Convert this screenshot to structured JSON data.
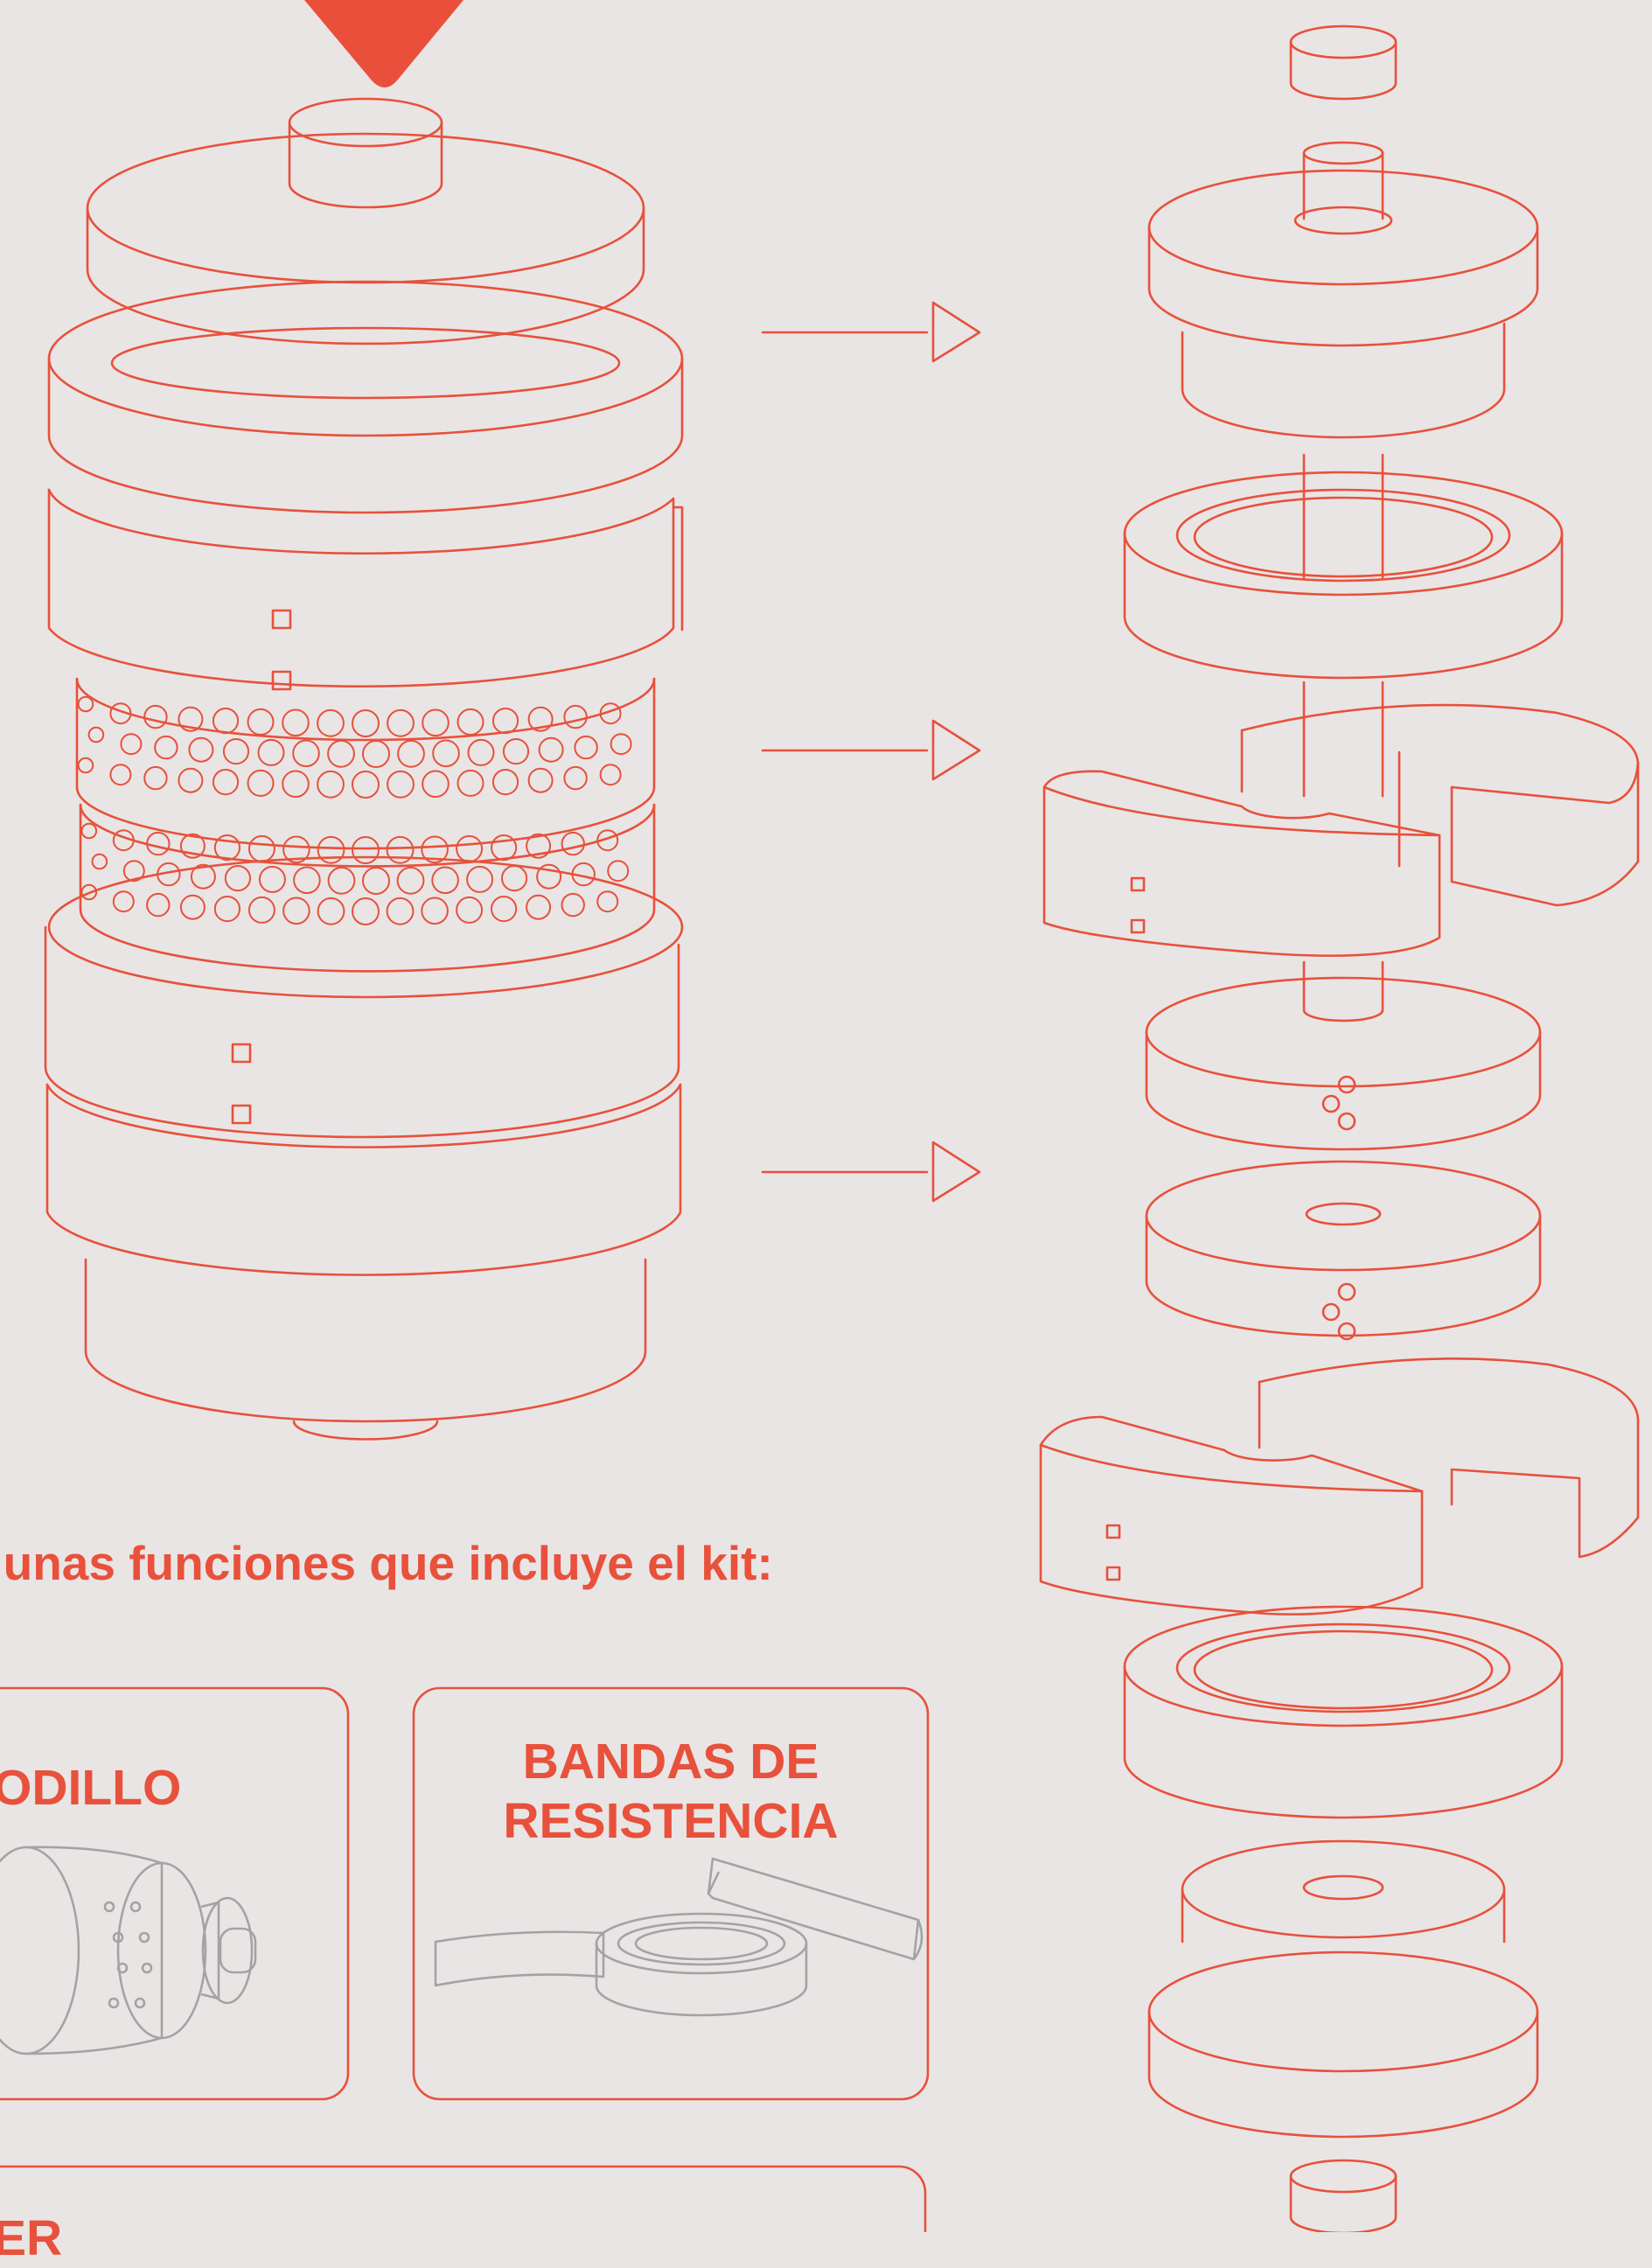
{
  "headline": "gunas funciones que incluye el kit:",
  "cards": [
    {
      "title": "ODILLO",
      "icon": "roller-icon"
    },
    {
      "title_line1": "BANDAS DE",
      "title_line2": "RESISTENCIA",
      "icon": "resistance-bands-icon"
    },
    {
      "title": "ER"
    }
  ],
  "colors": {
    "accent": "#e8513b",
    "background": "#e9e5e5",
    "gray": "#a3a3a3"
  }
}
